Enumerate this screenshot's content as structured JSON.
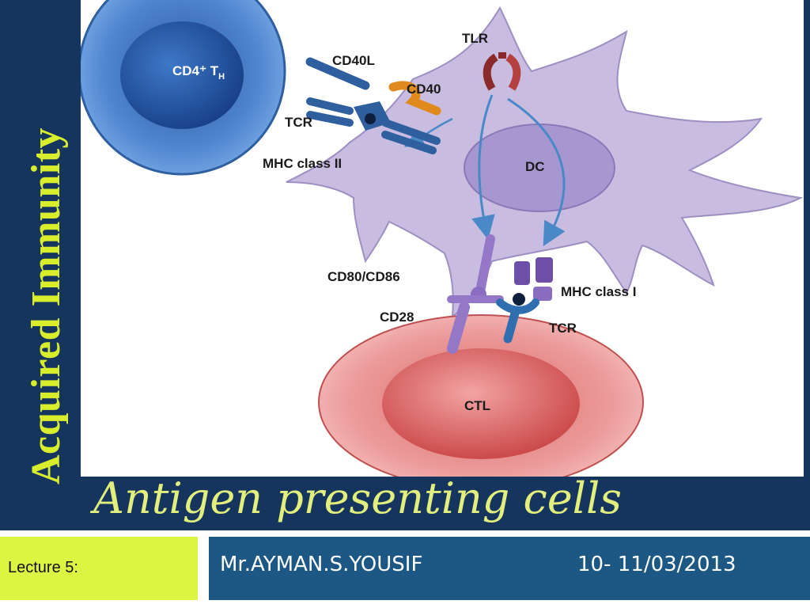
{
  "slide": {
    "sidebar_title": "Acquired Immunity",
    "title": "Antigen presenting cells"
  },
  "figure": {
    "labels": {
      "cd4_cell": "CD4⁺ T",
      "cd4_subscript": "H",
      "cd40l": "CD40L",
      "cd40": "CD40",
      "tcr_top": "TCR",
      "mhc_class_ii": "MHC class II",
      "tlr": "TLR",
      "dc": "DC",
      "cd80_cd86": "CD80/CD86",
      "mhc_class_i": "MHC class I",
      "cd28": "CD28",
      "tcr_bottom": "TCR",
      "ctl": "CTL"
    }
  },
  "footer": {
    "lecture": "Lecture 5:",
    "author": "Mr.AYMAN.S.YOUSIF",
    "date": "10- 11/03/2013"
  },
  "colors": {
    "background": "#16355e",
    "accent_yellow": "#d8ee2c",
    "lecture_box": "#dbf542",
    "info_box": "#1d5884",
    "dc_cell": "#c8bde0",
    "th_cell": "#3a6fb8",
    "ctl_cell": "#d25a5a"
  }
}
